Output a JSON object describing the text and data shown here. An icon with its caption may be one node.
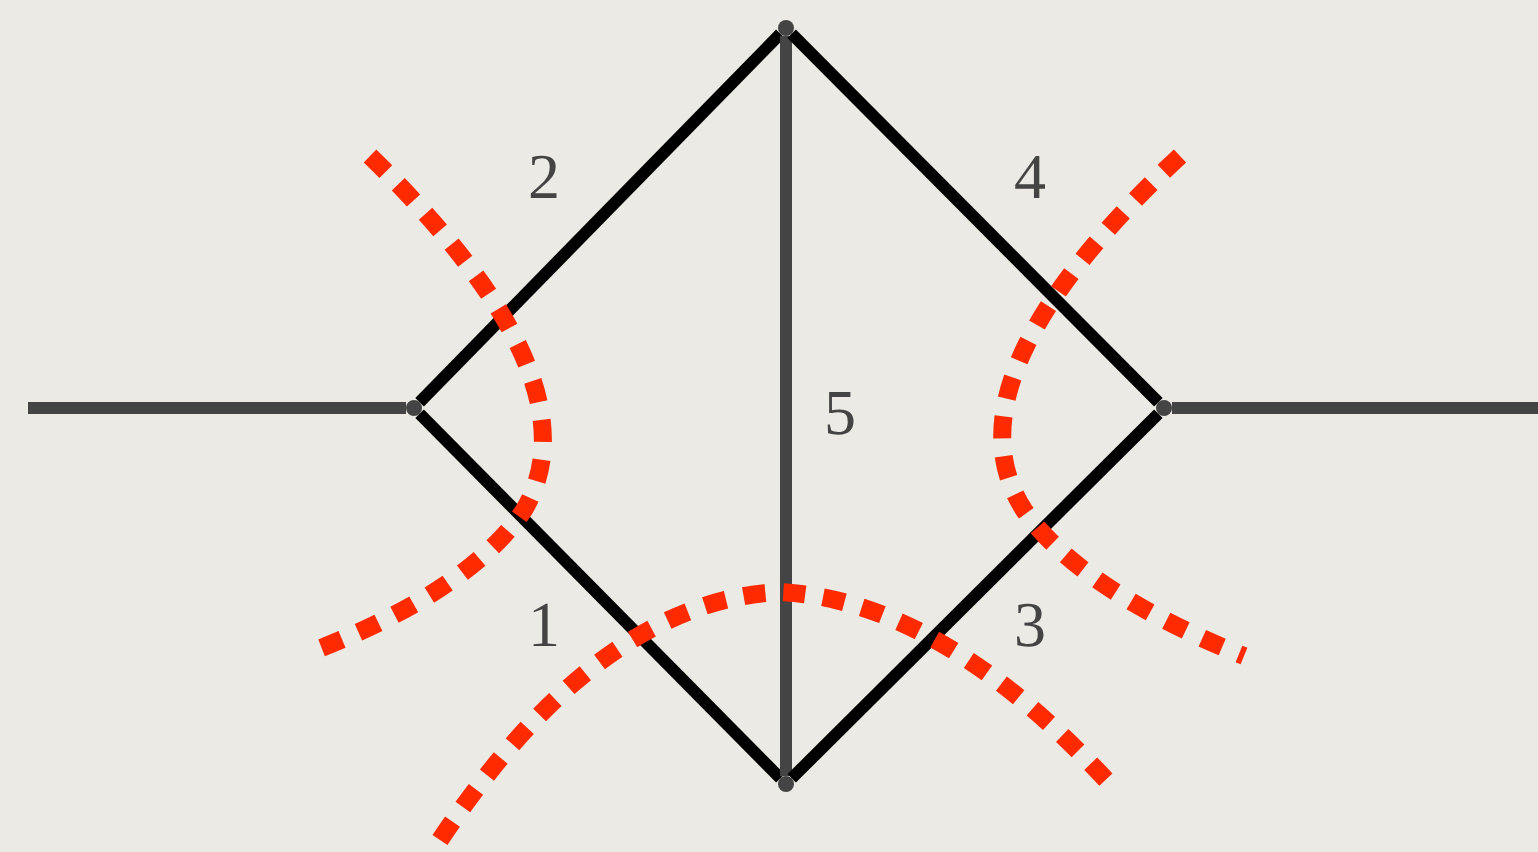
{
  "diagram": {
    "nodes": [
      {
        "text": [],
        "shape": "circle"
      },
      {
        "text": [],
        "shape": "circle"
      },
      {
        "text": [],
        "shape": "circle"
      },
      {
        "text": [],
        "shape": "circle"
      }
    ],
    "edges": [
      {
        "from": null,
        "to": 0,
        "arrow": "none",
        "color": "#444444"
      },
      {
        "from": 0,
        "to": 1,
        "arrow": "none",
        "label": "2"
      },
      {
        "from": 0,
        "to": 3,
        "arrow": "none",
        "label": "1"
      },
      {
        "from": 1,
        "to": 3,
        "arrow": "none",
        "label": "5",
        "color": "#444444"
      },
      {
        "from": 1,
        "to": 2,
        "arrow": "none",
        "label": "4"
      },
      {
        "from": 3,
        "to": 2,
        "arrow": "none",
        "label": "3"
      },
      {
        "from": 2,
        "to": null,
        "arrow": "none",
        "color": "#444444"
      }
    ]
  }
}
